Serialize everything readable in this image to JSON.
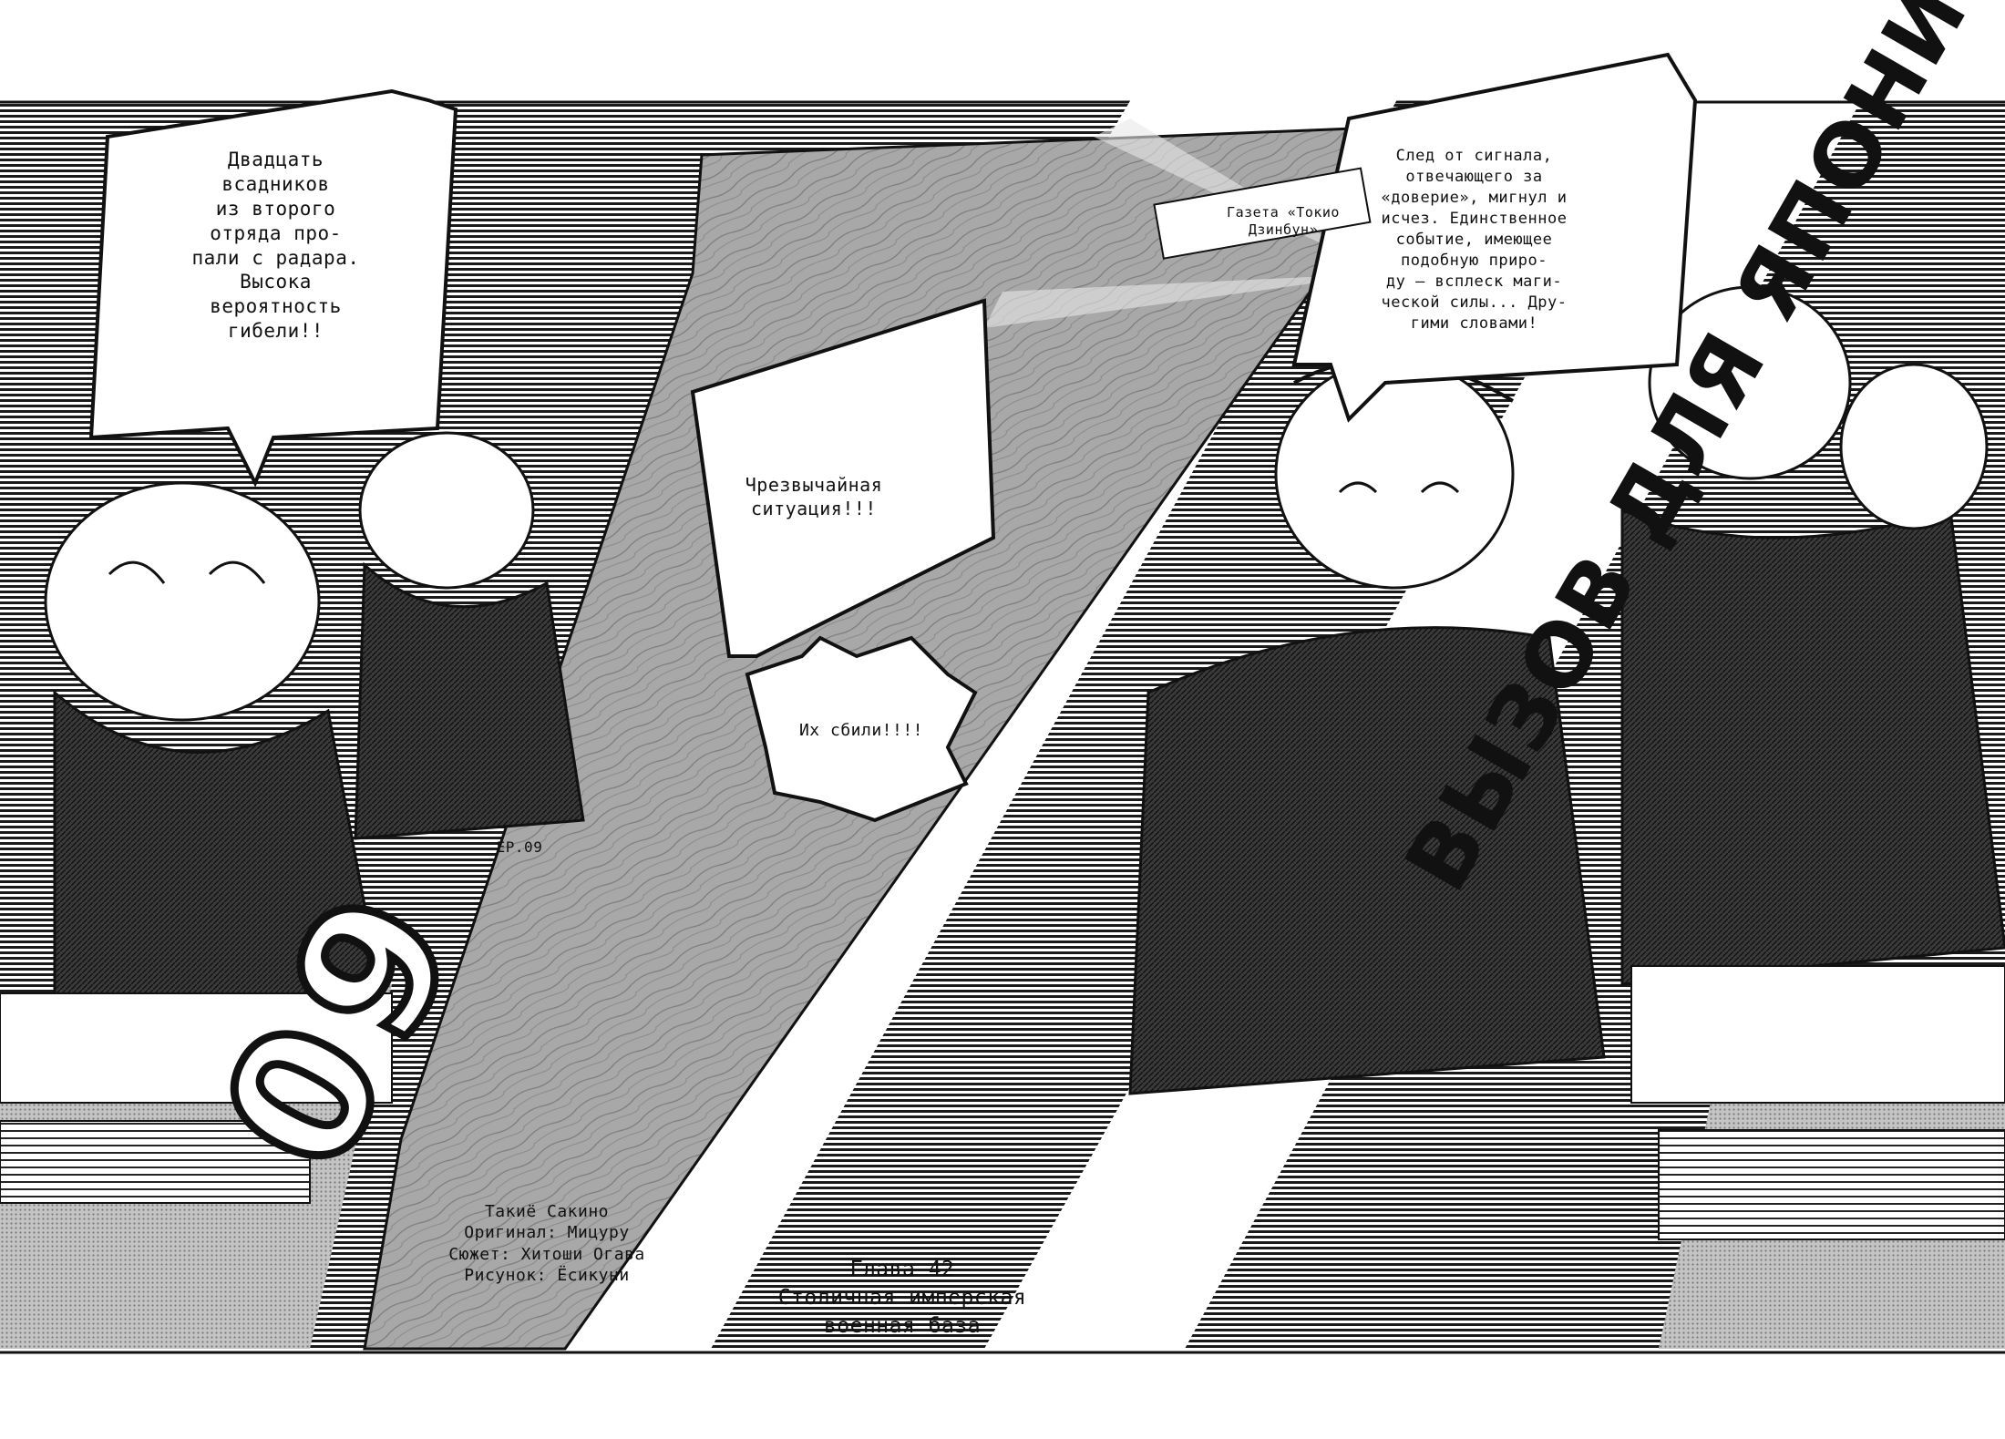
{
  "page": {
    "chapter_number": "09",
    "ep_label": "EP.09",
    "title": "ВЫЗОВ ДЛЯ ЯПОНИИ",
    "author_block": "Такиё Сакино\nОригинал: Мицуру\nСюжет: Хитоши Огава\nРисунок: Ёсикуни",
    "chapter_block": "Глава 42\nСтоличная имперская\nвоенная база",
    "reporter_sign": "Газета «Токио Дзинбун»"
  },
  "bubbles": {
    "narration_1": "Двадцать\nвсадников\nиз второго\nотряда про-\nпали с радара.\nВысока\nвероятность\nгибели!!",
    "narration_2": "След от сигнала,\nотвечающего за\n«доверие», мигнул и\nисчез. Единственное\nсобытие, имеющее\nподобную приро-\nду — всплеск маги-\nческой силы... Дру-\nгими словами!",
    "situation": "Чрезвычайная\nситуация!!!",
    "shout": "Их сбили!!!!"
  },
  "colors": {
    "ink": "#111111",
    "screentone": "#9a9a9a",
    "paper": "#ffffff"
  }
}
